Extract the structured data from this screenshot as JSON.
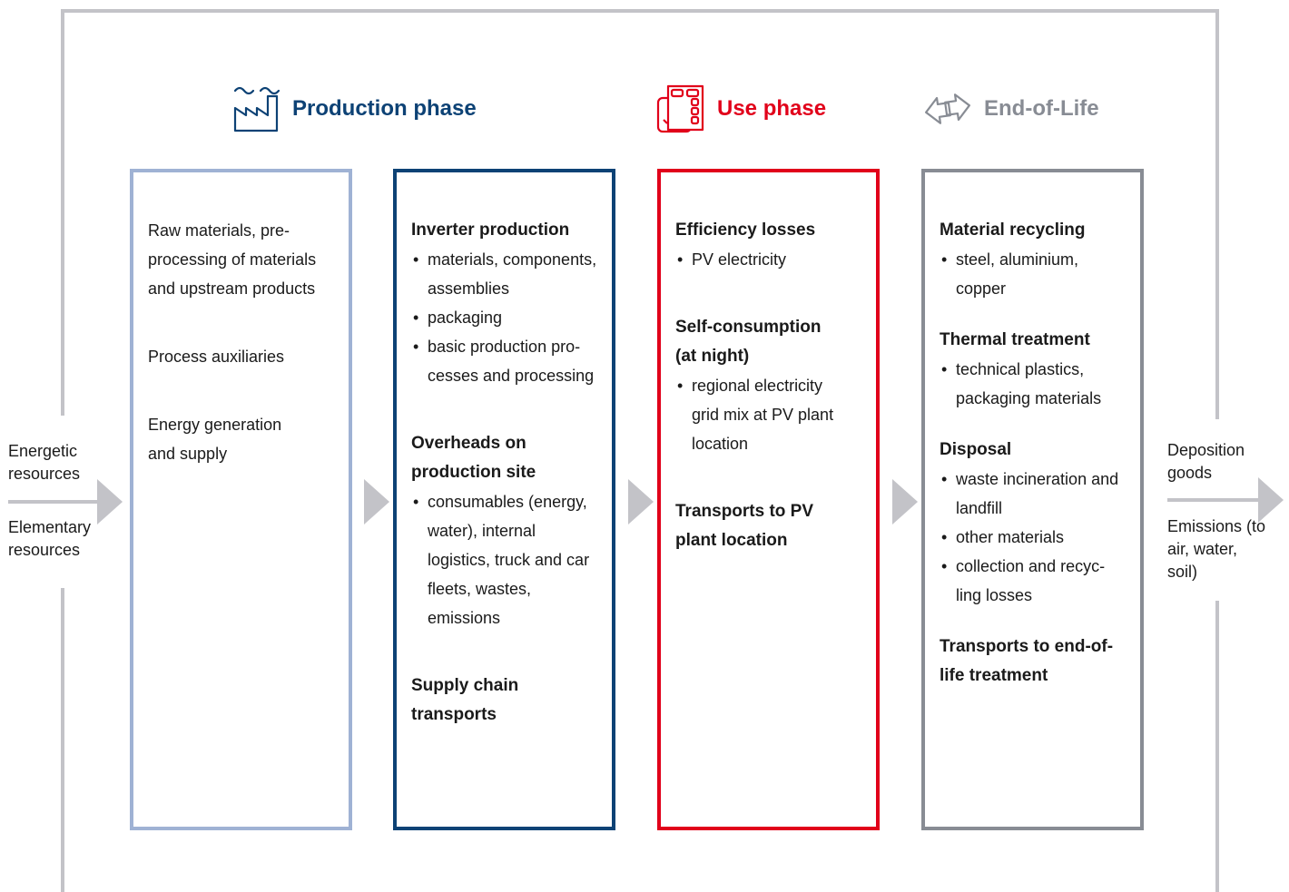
{
  "colors": {
    "frame": "#c3c3c8",
    "production_light": "#9fb2d4",
    "production_dark": "#0d4275",
    "use": "#e1001a",
    "eol": "#888c94"
  },
  "phases": {
    "production": {
      "title": "Production phase",
      "icon": "factory-icon"
    },
    "use": {
      "title": "Use phase",
      "icon": "inverter-icon"
    },
    "eol": {
      "title": "End-of-Life",
      "icon": "recycle-arrows-icon"
    }
  },
  "inputs": {
    "energetic": "Energetic resources",
    "elementary": "Elementary resources"
  },
  "outputs": {
    "deposition": "Deposition goods",
    "emissions": "Emissions (to air, water, soil)"
  },
  "boxes": {
    "raw": {
      "items": [
        {
          "text": "Raw materials, pre-processing of materials and upstream products"
        },
        {
          "text": "Process auxiliaries"
        },
        {
          "text": "Energy generation and supply"
        }
      ]
    },
    "inverter": {
      "items": [
        {
          "head": "Inverter production",
          "bullets": [
            "materials, components, assemblies",
            "packaging",
            "basic production pro-cesses and processing"
          ]
        },
        {
          "head": "Overheads on production site",
          "bullets": [
            "consumables (energy, water), internal logistics, truck and car fleets, wastes, emissions"
          ]
        },
        {
          "head": "Supply chain transports"
        }
      ]
    },
    "use": {
      "items": [
        {
          "head": "Efficiency losses",
          "bullets": [
            "PV electricity"
          ]
        },
        {
          "head": "Self-consumption (at night)",
          "bullets": [
            "regional electricity grid mix at PV plant location"
          ]
        },
        {
          "head": "Transports to PV plant location"
        }
      ]
    },
    "eol": {
      "items": [
        {
          "head": "Material recycling",
          "bullets": [
            "steel, aluminium, copper"
          ]
        },
        {
          "head": "Thermal treatment",
          "bullets": [
            "technical plastics, packaging materials"
          ]
        },
        {
          "head": "Disposal",
          "bullets": [
            "waste incineration and landfill",
            "other materials",
            "collection and recyc-ling losses"
          ]
        },
        {
          "head": "Transports to end-of-life treatment"
        }
      ]
    }
  }
}
